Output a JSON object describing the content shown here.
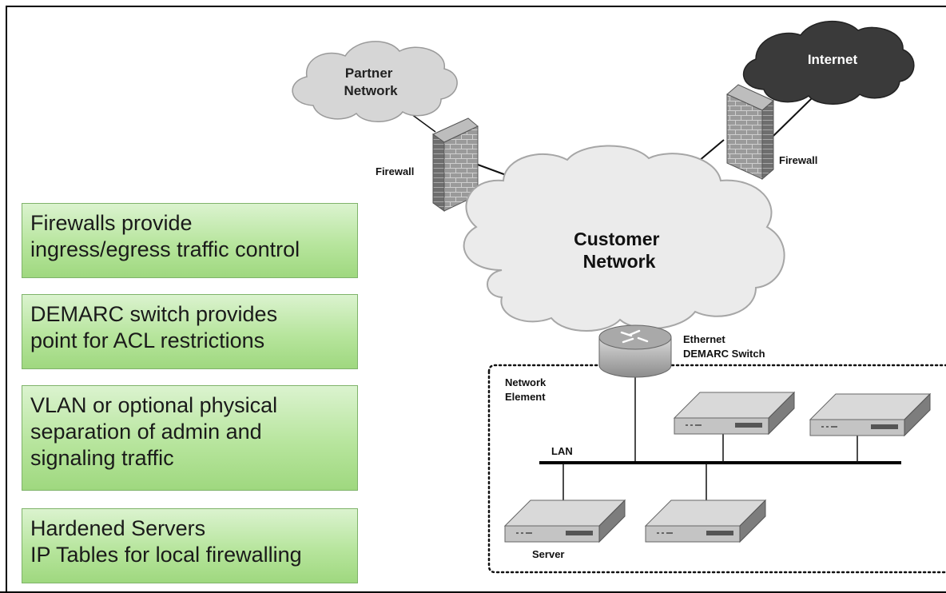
{
  "diagram": {
    "clouds": {
      "partner": "Partner\nNetwork",
      "internet": "Internet",
      "customer": "Customer\nNetwork"
    },
    "labels": {
      "firewall_left": "Firewall",
      "firewall_right": "Firewall",
      "demarc_switch": "Ethernet\nDEMARC Switch",
      "network_element": "Network\nElement",
      "lan": "LAN",
      "server": "Server"
    },
    "callouts": [
      "Firewalls provide\ningress/egress traffic control",
      "DEMARC switch provides\npoint for ACL restrictions",
      "VLAN or optional physical\nseparation of admin and\nsignaling traffic",
      "Hardened Servers\nIP Tables for local firewalling"
    ],
    "colors": {
      "callout_fill": "#b7e59d",
      "callout_border": "#7fb36a",
      "cloud_light": "#d6d6d6",
      "cloud_dark": "#3a3a3a"
    }
  }
}
